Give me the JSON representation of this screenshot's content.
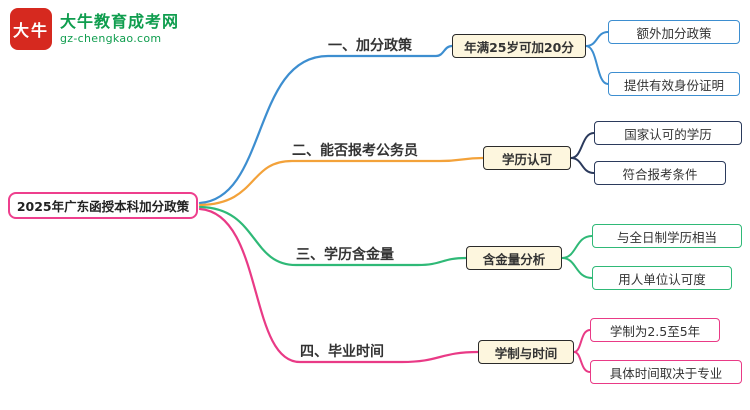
{
  "site": {
    "logo_text": "大牛",
    "name": "大牛教育成考网",
    "domain": "gz-chengkao.com",
    "brand_red": "#d6291f",
    "brand_green": "#0f9d4e"
  },
  "mindmap": {
    "root": "2025年广东函授本科加分政策",
    "root_color": "#ee3f8d",
    "style": {
      "node_bg": "#fdf6de",
      "node_border": "#2a2a2a"
    },
    "branches": [
      {
        "label": "一、加分政策",
        "color": "#3d8ed0",
        "leaf_color": "#3d8ed0",
        "node": "年满25岁可加20分",
        "leaves": [
          "额外加分政策",
          "提供有效身份证明"
        ]
      },
      {
        "label": "二、能否报考公务员",
        "color": "#f3a23a",
        "leaf_color": "#2b3a5c",
        "node": "学历认可",
        "leaves": [
          "国家认可的学历",
          "符合报考条件"
        ]
      },
      {
        "label": "三、学历含金量",
        "color": "#2fb977",
        "leaf_color": "#2fb977",
        "node": "含金量分析",
        "leaves": [
          "与全日制学历相当",
          "用人单位认可度"
        ]
      },
      {
        "label": "四、毕业时间",
        "color": "#e93a86",
        "leaf_color": "#e93a86",
        "node": "学制与时间",
        "leaves": [
          "学制为2.5至5年",
          "具体时间取决于专业"
        ]
      }
    ]
  }
}
